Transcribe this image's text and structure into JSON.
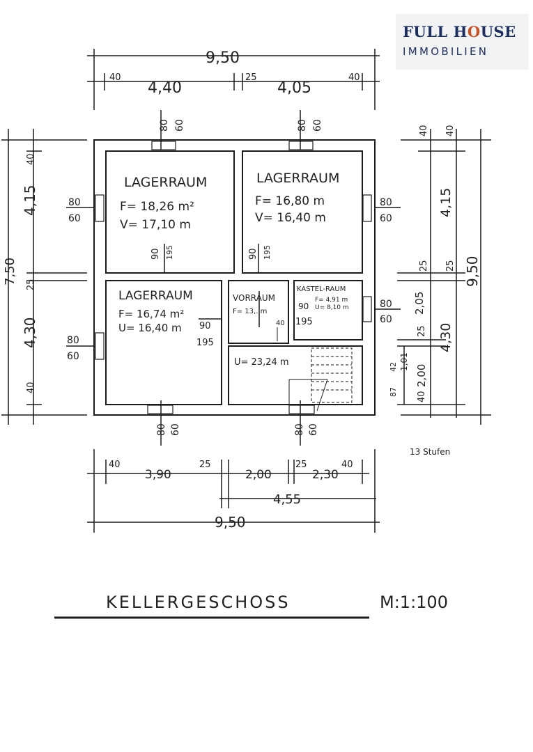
{
  "logo": {
    "line1_a": "FULL H",
    "line1_o": "O",
    "line1_b": "USE",
    "line2": "IMMOBILIEN"
  },
  "plan_title": "KELLERGESCHOSS",
  "scale": "M:1:100",
  "note": "13 Stufen",
  "rooms": {
    "lager1": {
      "name": "LAGERRAUM",
      "area": "F= 18,26 m²",
      "volume": "V= 17,10 m"
    },
    "lager2": {
      "name": "LAGERRAUM",
      "area": "F= 16,80 m",
      "volume": "V= 16,40 m"
    },
    "lager3": {
      "name": "LAGERRAUM",
      "area": "F= 16,74 m²",
      "volume": "U= 16,40 m"
    },
    "vorraum": {
      "name": "VORRAUM",
      "area": "F= 13,..m"
    },
    "kastelraum": {
      "name": "KASTEL-RAUM",
      "area": "F= 4,91 m",
      "volume": "U= 8,10 m"
    },
    "stair": {
      "volume": "U= 23,24 m"
    }
  },
  "dims": {
    "top_total": "9,50",
    "top_a": "4,40",
    "top_b": "4,05",
    "top_40a": "40",
    "top_25": "25",
    "top_40b": "40",
    "bot_390": "3,90",
    "bot_200": "2,00",
    "bot_230": "2,30",
    "bot_455": "4,55",
    "bot_total": "9,50",
    "bot_40a": "40",
    "bot_25a": "25",
    "bot_25b": "25",
    "bot_40b": "40",
    "left_total": "7,50",
    "left_415": "4,15",
    "left_430": "4,30",
    "left_40a": "40",
    "left_25": "25",
    "left_40b": "40",
    "right_950": "9,50",
    "right_415": "4,15",
    "right_430": "4,30",
    "right_205": "2,05",
    "right_200": "2,00",
    "right_40a": "40",
    "right_40b": "40",
    "right_25a": "25",
    "right_25b": "25",
    "right_25c": "25",
    "right_40c": "40",
    "stair_101": "1,01",
    "stair_42": "42",
    "stair_87": "87"
  },
  "openings": {
    "w80": "80",
    "w60": "60",
    "d90": "90",
    "d195": "195",
    "d40": "40"
  }
}
